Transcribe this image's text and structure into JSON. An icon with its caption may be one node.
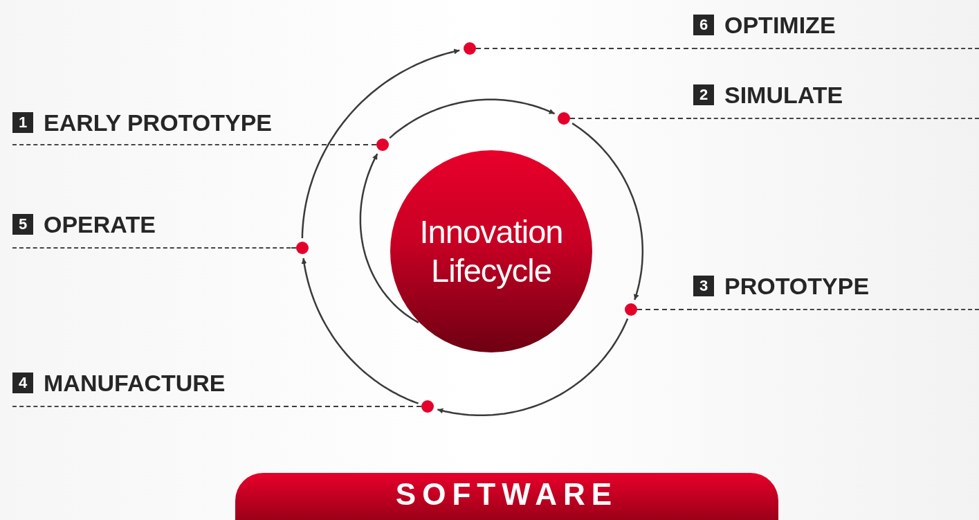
{
  "diagram": {
    "nodes": [
      {
        "text": [
          "Innovation Lifecycle"
        ]
      },
      {
        "text": [
          "1",
          "EARLY PROTOTYPE"
        ]
      },
      {
        "text": [],
        "shape": "circle"
      },
      {
        "text": [
          "2",
          "SIMULATE"
        ]
      },
      {
        "text": [],
        "shape": "circle"
      },
      {
        "text": [
          "3",
          "PROTOTYPE"
        ]
      },
      {
        "text": [],
        "shape": "circle"
      },
      {
        "text": [
          "4",
          "MANUFACTURE"
        ]
      },
      {
        "text": [],
        "shape": "circle"
      },
      {
        "text": [
          "5",
          "OPERATE"
        ]
      },
      {
        "text": [],
        "shape": "circle"
      },
      {
        "text": [
          "6",
          "OPTIMIZE"
        ]
      },
      {
        "text": [],
        "shape": "circle"
      },
      {
        "text": [
          "SOFTWARE"
        ]
      }
    ],
    "edges": [
      {
        "from": 0,
        "to": 2,
        "arrow": "to"
      },
      {
        "from": 2,
        "to": 4,
        "arrow": "to"
      },
      {
        "from": 4,
        "to": 6,
        "arrow": "to"
      },
      {
        "from": 6,
        "to": 8,
        "arrow": "to"
      },
      {
        "from": 8,
        "to": 10,
        "arrow": "to"
      },
      {
        "from": 10,
        "to": 12,
        "arrow": "to"
      },
      {
        "from": 2,
        "to": 1,
        "arrow": "none",
        "style": "dashed"
      },
      {
        "from": 4,
        "to": 3,
        "arrow": "none",
        "style": "dashed"
      },
      {
        "from": 6,
        "to": 5,
        "arrow": "none",
        "style": "dashed"
      },
      {
        "from": 8,
        "to": 7,
        "arrow": "none",
        "style": "dashed"
      },
      {
        "from": 10,
        "to": 9,
        "arrow": "none",
        "style": "dashed"
      },
      {
        "from": 12,
        "to": 11,
        "arrow": "none",
        "style": "dashed"
      }
    ]
  }
}
